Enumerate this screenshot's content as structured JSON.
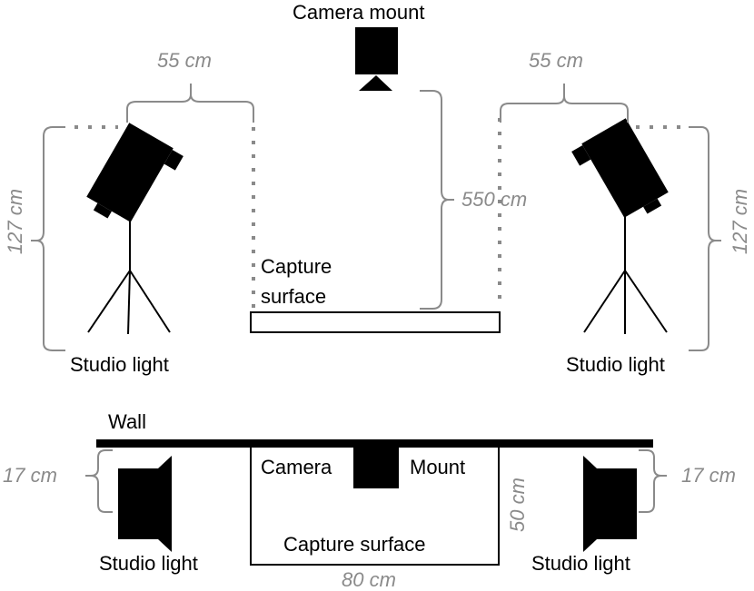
{
  "top_view": {
    "camera_label": "Camera mount",
    "surface_label_line1": "Capture",
    "surface_label_line2": "surface",
    "left_light_label": "Studio light",
    "right_light_label": "Studio light",
    "dim_left_horizontal": "55 cm",
    "dim_right_horizontal": "55 cm",
    "dim_left_height": "127 cm",
    "dim_right_height": "127 cm",
    "dim_camera_height": "550 cm"
  },
  "bottom_view": {
    "wall_label": "Wall",
    "camera_label": "Camera",
    "mount_label": "Mount",
    "surface_label": "Capture surface",
    "left_light_label": "Studio light",
    "right_light_label": "Studio light",
    "dim_left_offset": "17 cm",
    "dim_right_offset": "17 cm",
    "dim_surface_depth": "50 cm",
    "dim_surface_width": "80 cm"
  },
  "colors": {
    "ink": "#000000",
    "dimension": "#8a8a8a"
  }
}
